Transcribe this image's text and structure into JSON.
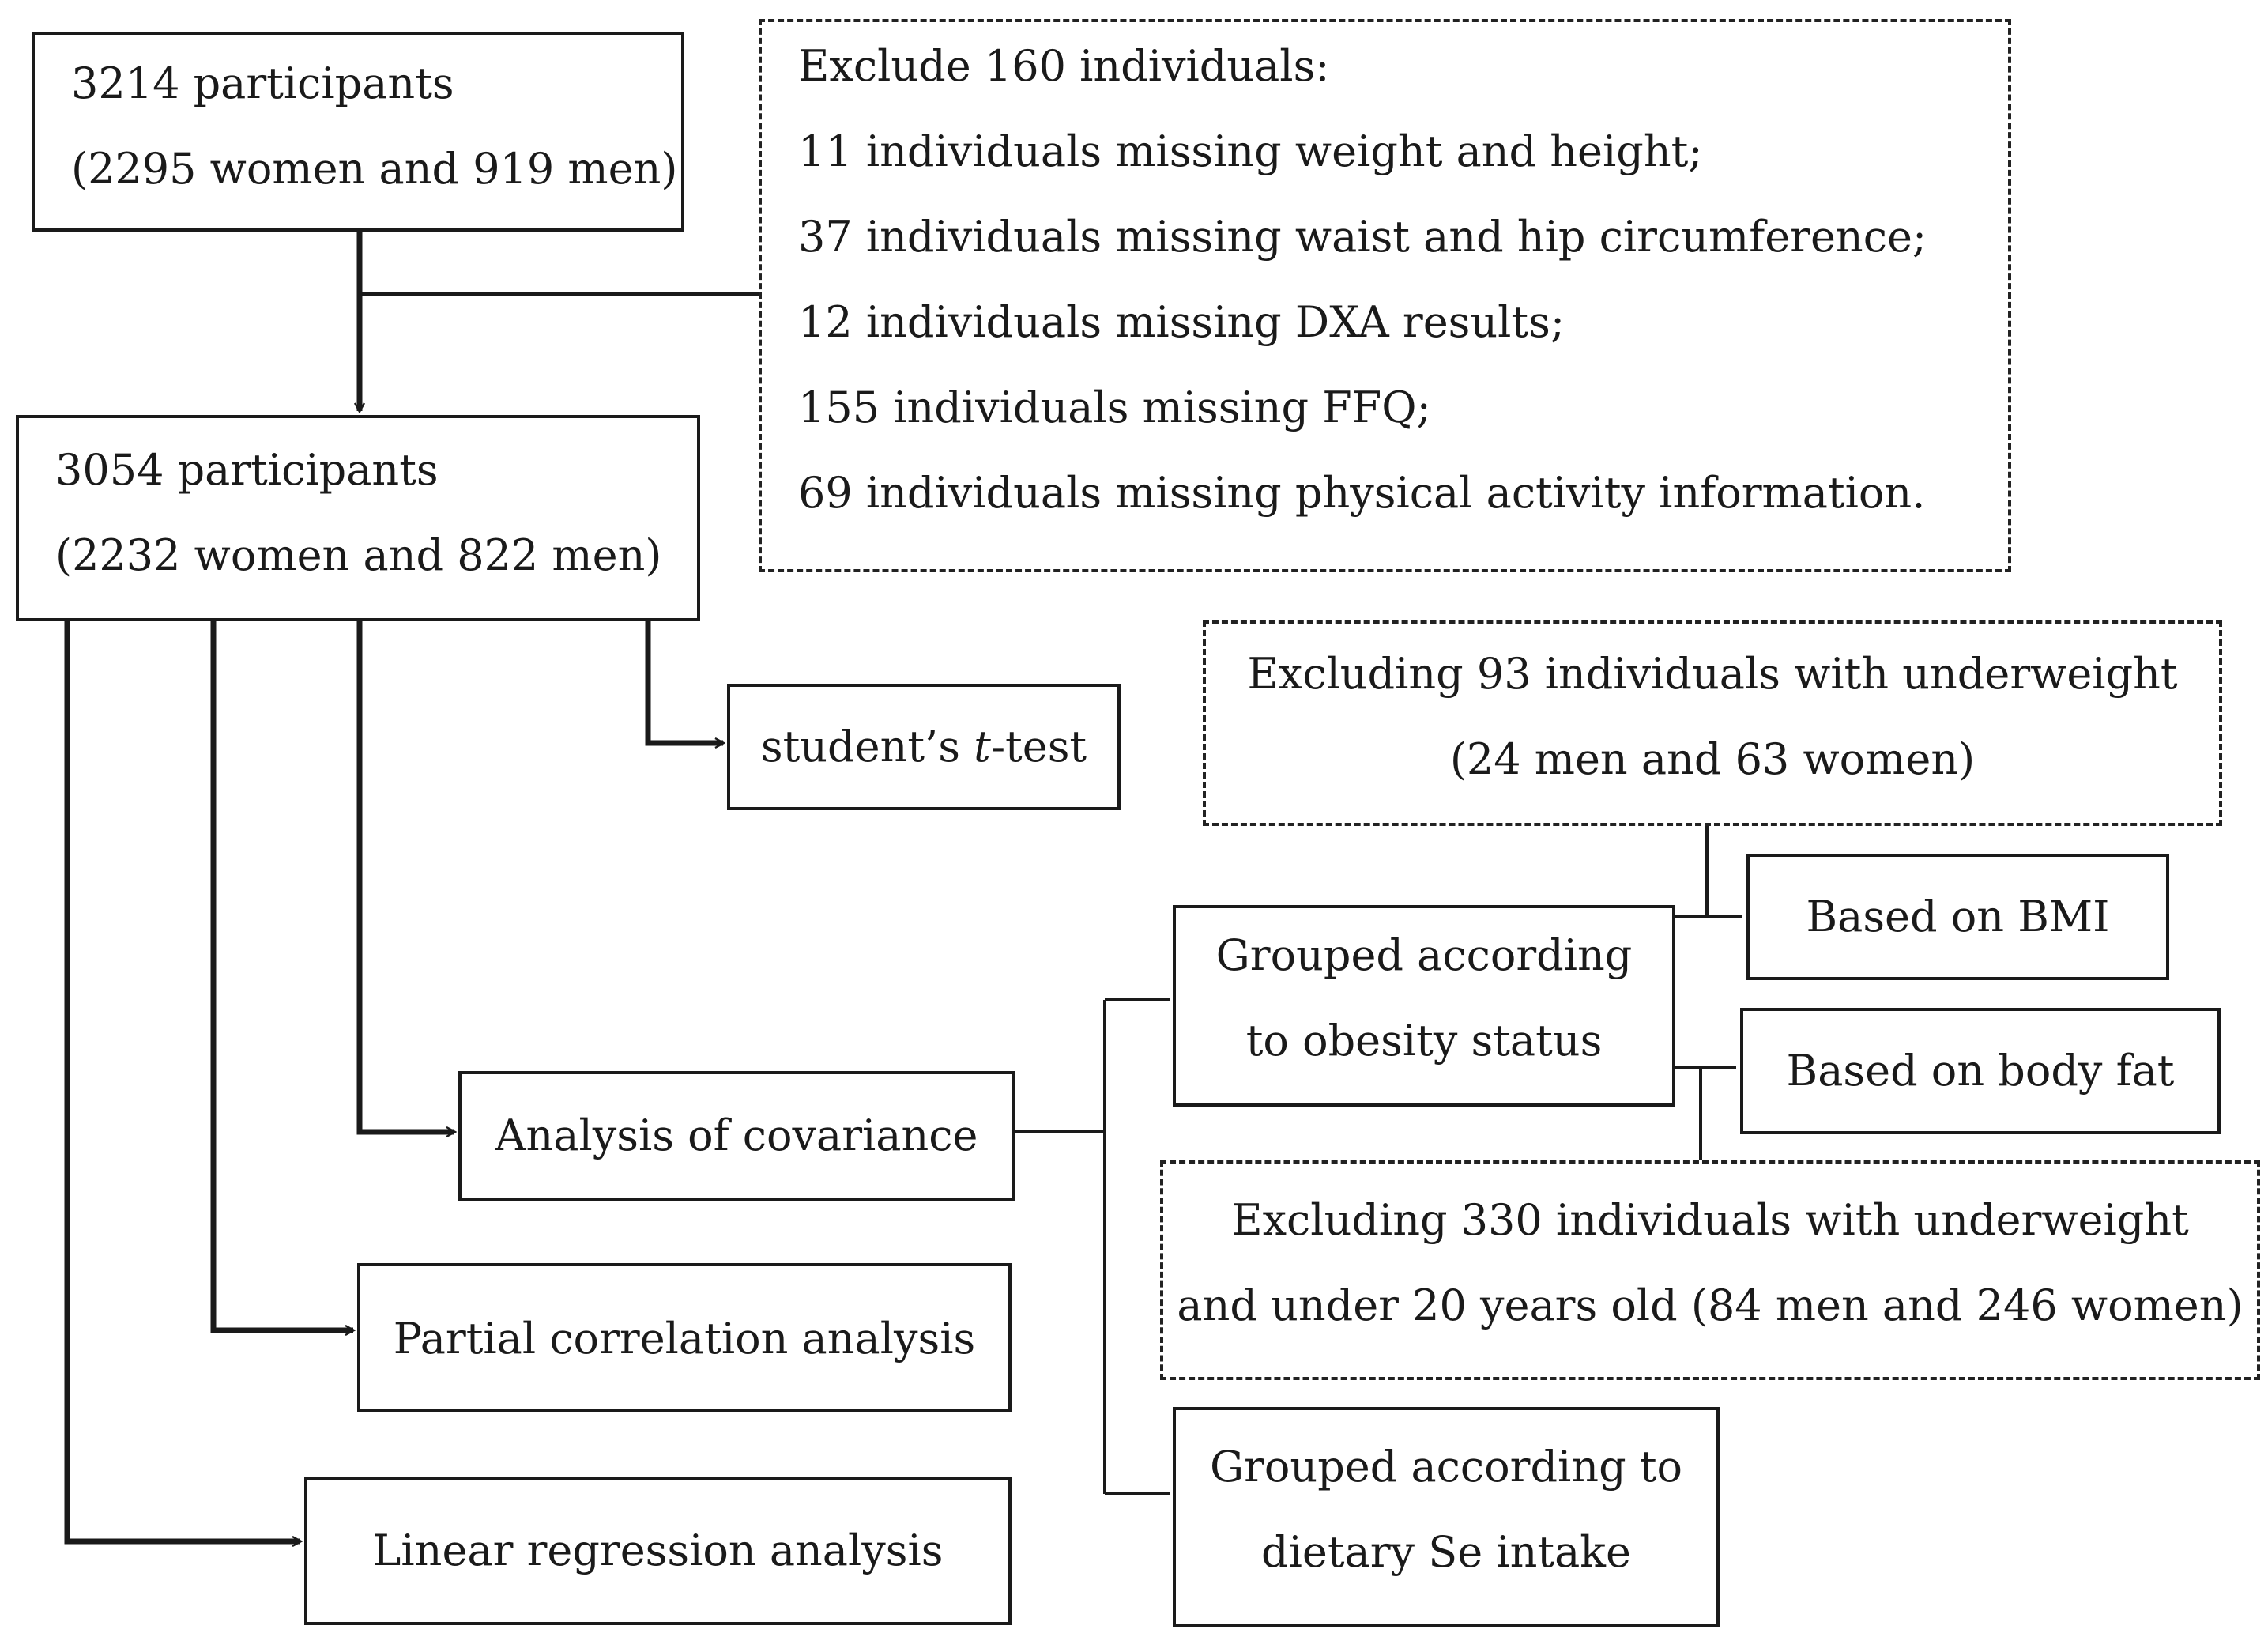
{
  "start": {
    "line1": "3214 participants",
    "line2": "(2295 women and 919 men)"
  },
  "exclusion": {
    "title": "Exclude 160 individuals:",
    "items": [
      "11 individuals missing weight and height;",
      "37 individuals missing waist and hip circumference;",
      "12 individuals missing DXA results;",
      "155 individuals missing FFQ;",
      "69 individuals missing physical activity information."
    ]
  },
  "cohort": {
    "line1": "3054 participants",
    "line2": "(2232 women and 822 men)"
  },
  "ttest": {
    "prefix": "student’s ",
    "italic": "t",
    "suffix": "-test"
  },
  "ancova": "Analysis of covariance",
  "partial": "Partial correlation analysis",
  "linear": "Linear regression analysis",
  "obesity": {
    "line1": "Grouped according",
    "line2": "to obesity status"
  },
  "selenium": {
    "line1": "Grouped according to",
    "line2": "dietary Se intake"
  },
  "bmi": "Based on BMI",
  "bodyfat": "Based on body fat",
  "excl_bmi": {
    "line1": "Excluding 93 individuals with underweight",
    "line2": "(24 men and 63 women)"
  },
  "excl_fat": {
    "line1": "Excluding 330 individuals with underweight",
    "line2": "and under 20 years old (84 men and 246 women)"
  }
}
